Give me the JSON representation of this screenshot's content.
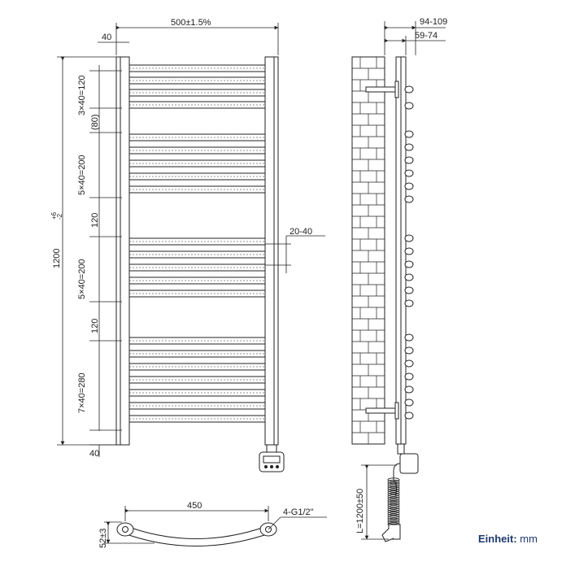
{
  "dimensions": {
    "width_total": "500±1.5%",
    "top_offset": "40",
    "height_total": "1200",
    "height_tol_upper": "+6",
    "height_tol_lower": "-2",
    "group1": "3×40=120",
    "gap_small": "(80)",
    "group2": "5×40=200",
    "gap1": "120",
    "group3": "5×40=200",
    "gap2": "120",
    "group4": "7×40=280",
    "bottom_offset": "40",
    "wall_gap": "20-40",
    "side_depth_outer": "94-109",
    "side_depth_inner": "59-74",
    "cable_length": "L=1200±50",
    "bottom_width": "450",
    "connection": "4-G1/2\"",
    "curve_depth": "52±3"
  },
  "unit": {
    "label": "Einheit:",
    "value": "mm"
  },
  "colors": {
    "line": "#222222",
    "unit_text": "#1e3a6e"
  }
}
